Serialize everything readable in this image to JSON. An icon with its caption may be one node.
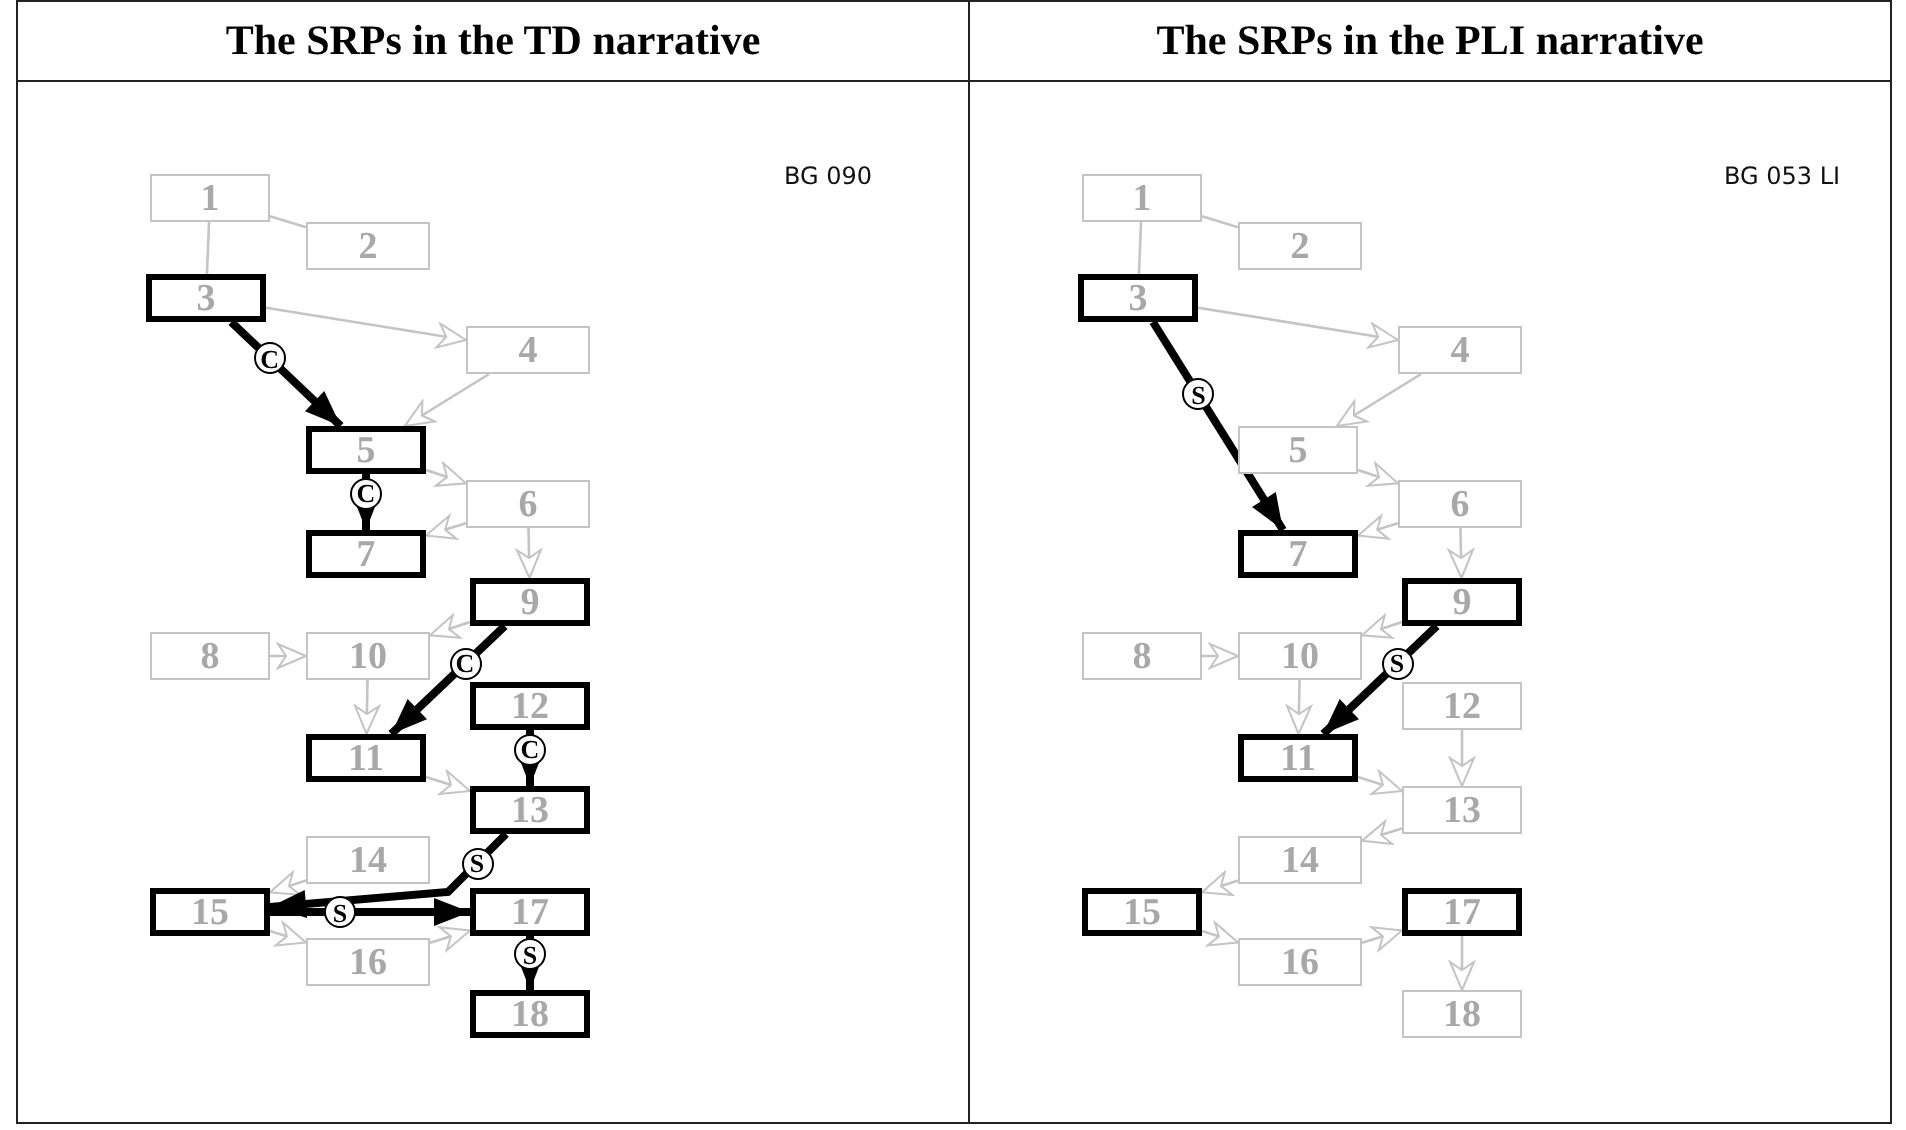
{
  "diagram": {
    "nodes": [
      {
        "text": [
          "1"
        ]
      },
      {
        "text": [
          "2"
        ]
      },
      {
        "text": [
          "3"
        ]
      },
      {
        "text": [
          "4"
        ]
      },
      {
        "text": [
          "5"
        ]
      },
      {
        "text": [
          "6"
        ]
      },
      {
        "text": [
          "7"
        ]
      },
      {
        "text": [
          "8"
        ]
      },
      {
        "text": [
          "9"
        ]
      },
      {
        "text": [
          "10"
        ]
      },
      {
        "text": [
          "11"
        ]
      },
      {
        "text": [
          "12"
        ]
      },
      {
        "text": [
          "13"
        ]
      },
      {
        "text": [
          "14"
        ]
      },
      {
        "text": [
          "15"
        ]
      },
      {
        "text": [
          "16"
        ]
      },
      {
        "text": [
          "17"
        ]
      },
      {
        "text": [
          "18"
        ]
      },
      {
        "text": [
          "1"
        ]
      },
      {
        "text": [
          "2"
        ]
      },
      {
        "text": [
          "3"
        ]
      },
      {
        "text": [
          "4"
        ]
      },
      {
        "text": [
          "5"
        ]
      },
      {
        "text": [
          "6"
        ]
      },
      {
        "text": [
          "7"
        ]
      },
      {
        "text": [
          "8"
        ]
      },
      {
        "text": [
          "9"
        ]
      },
      {
        "text": [
          "10"
        ]
      },
      {
        "text": [
          "11"
        ]
      },
      {
        "text": [
          "12"
        ]
      },
      {
        "text": [
          "13"
        ]
      },
      {
        "text": [
          "14"
        ]
      },
      {
        "text": [
          "15"
        ]
      },
      {
        "text": [
          "16"
        ]
      },
      {
        "text": [
          "17"
        ]
      },
      {
        "text": [
          "18"
        ]
      }
    ],
    "edges": [
      {
        "from": 0,
        "to": 1,
        "arrow": "none"
      },
      {
        "from": 0,
        "to": 2,
        "arrow": "none"
      },
      {
        "from": 2,
        "to": 3,
        "arrow": "to"
      },
      {
        "from": 3,
        "to": 4,
        "arrow": "to"
      },
      {
        "from": 4,
        "to": 5,
        "arrow": "to"
      },
      {
        "from": 5,
        "to": 6,
        "arrow": "to"
      },
      {
        "from": 5,
        "to": 8,
        "arrow": "to"
      },
      {
        "from": 8,
        "to": 9,
        "arrow": "to"
      },
      {
        "from": 7,
        "to": 9,
        "arrow": "to"
      },
      {
        "from": 9,
        "to": 10,
        "arrow": "to"
      },
      {
        "from": 10,
        "to": 12,
        "arrow": "to"
      },
      {
        "from": 13,
        "to": 14,
        "arrow": "to"
      },
      {
        "from": 14,
        "to": 15,
        "arrow": "to"
      },
      {
        "from": 15,
        "to": 16,
        "arrow": "to"
      },
      {
        "from": 2,
        "to": 4,
        "arrow": "to",
        "label": "C",
        "style": "thick",
        "color": "#000000"
      },
      {
        "from": 4,
        "to": 6,
        "arrow": "to",
        "label": "C",
        "style": "thick",
        "color": "#000000"
      },
      {
        "from": 8,
        "to": 10,
        "arrow": "to",
        "label": "C",
        "style": "thick",
        "color": "#000000"
      },
      {
        "from": 11,
        "to": 12,
        "arrow": "to",
        "label": "C",
        "style": "thick",
        "color": "#000000"
      },
      {
        "from": 12,
        "to": 14,
        "arrow": "to",
        "label": "S",
        "style": "thick",
        "color": "#000000"
      },
      {
        "from": 14,
        "to": 16,
        "arrow": "to",
        "label": "S",
        "style": "thick",
        "color": "#000000"
      },
      {
        "from": 16,
        "to": 17,
        "arrow": "to",
        "label": "S",
        "style": "thick",
        "color": "#000000"
      },
      {
        "from": 18,
        "to": 19,
        "arrow": "none"
      },
      {
        "from": 18,
        "to": 20,
        "arrow": "none"
      },
      {
        "from": 20,
        "to": 21,
        "arrow": "to"
      },
      {
        "from": 21,
        "to": 22,
        "arrow": "to"
      },
      {
        "from": 22,
        "to": 23,
        "arrow": "to"
      },
      {
        "from": 23,
        "to": 24,
        "arrow": "to"
      },
      {
        "from": 23,
        "to": 26,
        "arrow": "to"
      },
      {
        "from": 26,
        "to": 27,
        "arrow": "to"
      },
      {
        "from": 25,
        "to": 27,
        "arrow": "to"
      },
      {
        "from": 27,
        "to": 28,
        "arrow": "to"
      },
      {
        "from": 28,
        "to": 30,
        "arrow": "to"
      },
      {
        "from": 29,
        "to": 30,
        "arrow": "to"
      },
      {
        "from": 30,
        "to": 31,
        "arrow": "to"
      },
      {
        "from": 31,
        "to": 32,
        "arrow": "to"
      },
      {
        "from": 32,
        "to": 33,
        "arrow": "to"
      },
      {
        "from": 33,
        "to": 34,
        "arrow": "to"
      },
      {
        "from": 34,
        "to": 35,
        "arrow": "to"
      },
      {
        "from": 20,
        "to": 24,
        "arrow": "to",
        "label": "S",
        "style": "thick",
        "color": "#000000"
      },
      {
        "from": 26,
        "to": 28,
        "arrow": "to",
        "label": "S",
        "style": "thick",
        "color": "#000000"
      }
    ],
    "labels": [
      "The SRPs in the TD narrative",
      "The SRPs in the PLI narrative",
      "BG 090",
      "BG 053 LI"
    ]
  }
}
